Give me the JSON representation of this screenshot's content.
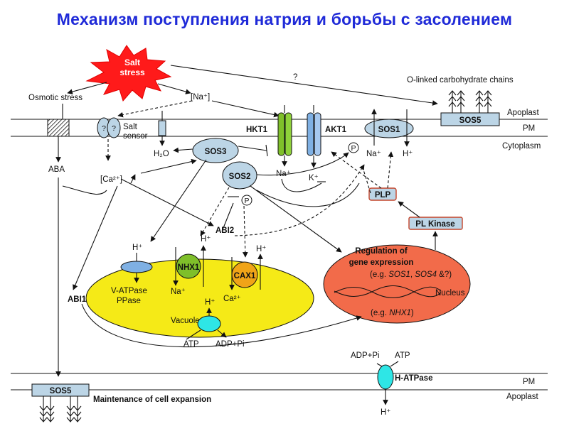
{
  "title": "Механизм поступления натрия и борьбы с засолением",
  "colors": {
    "title": "#1f2ad8",
    "salt_burst": "#ff1a1a",
    "vacuole": "#f5ea17",
    "nucleus": "#f26b4a",
    "nhx1": "#7fbf2a",
    "cax1": "#f0a418",
    "sos_protein": "#bcd5e6",
    "transporter_akt1": "#7fb0e3",
    "h_atpase": "#2ee6e6"
  },
  "salt": {
    "line1": "Salt",
    "line2": "stress"
  },
  "question_mark": "?",
  "osmotic_stress": "Osmotic stress",
  "na_ion": "[Na⁺]",
  "o_linked": "O-linked carbohydrate chains",
  "apoplast_top": "Apoplast",
  "pm_top": "PM",
  "cytoplasm": "Cytoplasm",
  "sos5": "SOS5",
  "salt_sensor": {
    "line1": "Salt",
    "line2": "sensor",
    "q": "?"
  },
  "h2o": "H₂O",
  "aba": "ABA",
  "ca_ion": "[Ca²⁺]",
  "sos3": "SOS3",
  "sos2": "SOS2",
  "sos1": "SOS1",
  "p_label": "P",
  "hkt1": "HKT1",
  "akt1": "AKT1",
  "na_plus": "Na⁺",
  "k_plus": "K⁺",
  "h_plus": "H⁺",
  "plp": "PLP",
  "pl_kinase": "PL Kinase",
  "abi2": "ABI2",
  "abi1": "ABI1",
  "nhx1": "NHX1",
  "cax1": "CAX1",
  "ca2_plus": "Ca²⁺",
  "vatpase": {
    "line1": "V-ATPase",
    "line2": "PPase"
  },
  "vacuole": "Vacuole",
  "atp": "ATP",
  "adp_pi": "ADP+Pi",
  "gene_regulation": {
    "line1": "Regulation of",
    "line2": "gene expression"
  },
  "gene_example": {
    "prefix": "(e.g. ",
    "g1": "SOS1",
    "sep": ", ",
    "g2": "SOS4",
    "suffix": " &?)"
  },
  "nucleus": "Nucleus",
  "nhx1_example": {
    "prefix": "(e.g. ",
    "g1": "NHX1",
    "suffix": ")"
  },
  "h_atpase": "H-ATPase",
  "pm_bottom": "PM",
  "apoplast_bottom": "Apoplast",
  "maintenance": "Maintenance of cell expansion"
}
